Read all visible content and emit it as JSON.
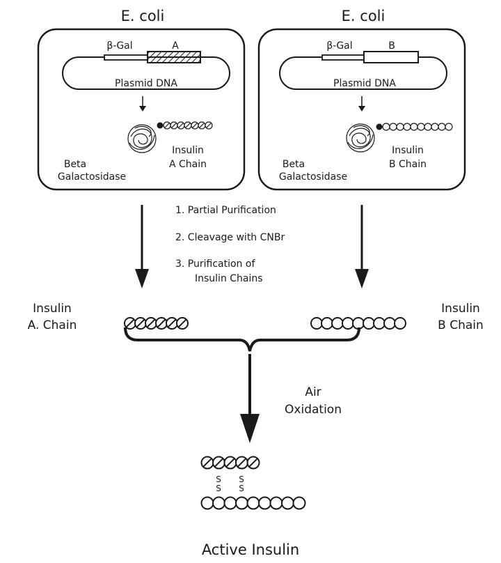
{
  "left_cell": {
    "title": "E. coli",
    "beta_gal_label": "β-Gal",
    "gene_label": "A",
    "plasmid_label": "Plasmid DNA",
    "protein_label_line1": "Beta",
    "protein_label_line2": "Galactosidase",
    "chain_label_line1": "Insulin",
    "chain_label_line2": "A Chain"
  },
  "right_cell": {
    "title": "E. coli",
    "beta_gal_label": "β-Gal",
    "gene_label": "B",
    "plasmid_label": "Plasmid DNA",
    "protein_label_line1": "Beta",
    "protein_label_line2": "Galactosidase",
    "chain_label_line1": "Insulin",
    "chain_label_line2": "B Chain"
  },
  "steps": [
    "1. Partial Purification",
    "2. Cleavage with CNBr",
    "3. Purification of",
    "Insulin Chains"
  ],
  "chain_a": {
    "label_line1": "Insulin",
    "label_line2": "A. Chain",
    "bead_count": 6
  },
  "chain_b": {
    "label_line1": "Insulin",
    "label_line2": "B Chain",
    "bead_count": 9
  },
  "reaction": {
    "line1": "Air",
    "line2": "Oxidation"
  },
  "product": {
    "disulfide_marks": [
      "S",
      "S",
      "S",
      "S"
    ],
    "a_beads": 5,
    "b_beads": 9,
    "label": "Active Insulin"
  }
}
